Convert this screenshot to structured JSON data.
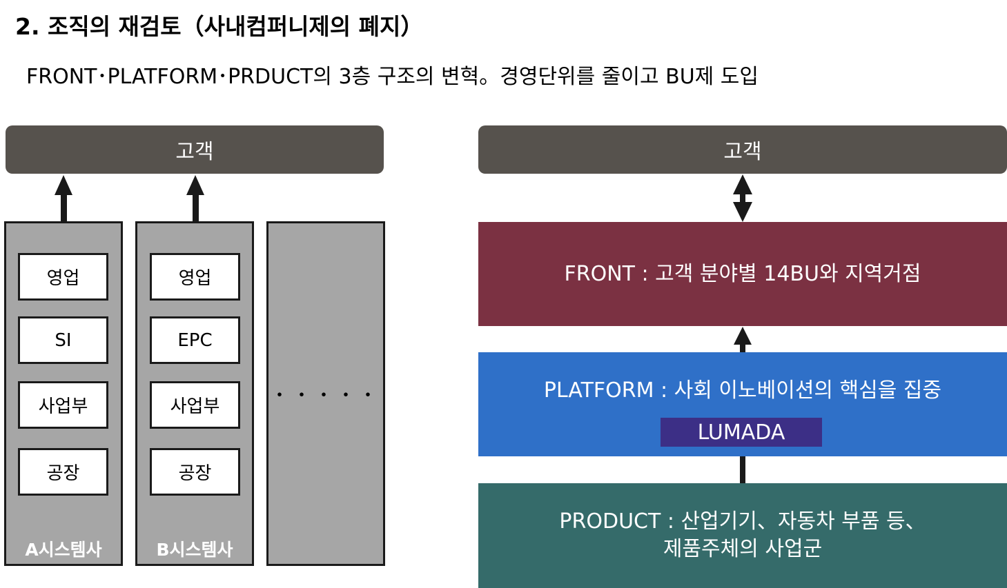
{
  "header": {
    "title": "2.  조직의 재검토（사내컴퍼니제의 폐지）",
    "subtitle": "FRONT･PLATFORM･PRDUCT의 3층 구조의 변혁。경영단위를 줄이고 BU제 도입"
  },
  "before": {
    "customer_label": "고객",
    "columns": [
      {
        "label": "A시스템사",
        "stages": [
          "영업",
          "SI",
          "사업부",
          "공장"
        ]
      },
      {
        "label": "B시스템사",
        "stages": [
          "영업",
          "EPC",
          "사업부",
          "공장"
        ]
      }
    ],
    "more_label": "・・・・・"
  },
  "after": {
    "customer_label": "고객",
    "front": {
      "text": "FRONT : 고객 분야별 14BU와 지역거점"
    },
    "platform": {
      "text": "PLATFORM : 사회 이노베이션의 핵심을 집중",
      "badge": "LUMADA"
    },
    "product": {
      "lines": [
        "PRODUCT : 산업기기、자동차 부품 등、",
        "제품주체의 사업군"
      ]
    }
  },
  "colors": {
    "customer_bar": "#56524d",
    "column_fill": "#a6a6a6",
    "front": "#7b3142",
    "platform": "#2f70c8",
    "lumada": "#3c2f86",
    "product": "#356b6a",
    "line": "#1a1a1a"
  }
}
